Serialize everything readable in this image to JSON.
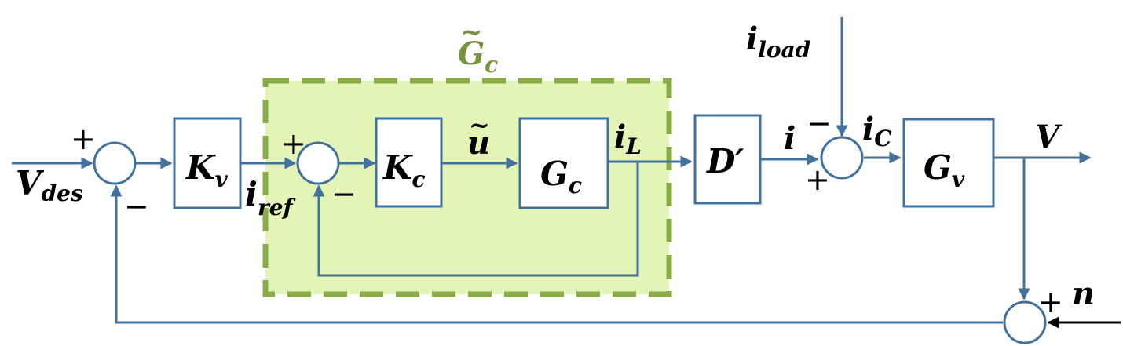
{
  "colors": {
    "wire": "#41719c",
    "group_fill": "#e3f5b6",
    "group_border": "#8aac48",
    "group_label": "#77933c",
    "text": "#000000"
  },
  "group": {
    "symbol": "G",
    "accent": "~",
    "sub": "c"
  },
  "blocks": {
    "kv": {
      "main": "K",
      "sub": "v"
    },
    "kc": {
      "main": "K",
      "sub": "c"
    },
    "gc": {
      "main": "G",
      "sub": "c"
    },
    "dprime": {
      "main": "D′"
    },
    "gv": {
      "main": "G",
      "sub": "v"
    }
  },
  "signals": {
    "vdes": {
      "main": "V",
      "sub": "des"
    },
    "iref": {
      "main": "i",
      "sub": "ref"
    },
    "u": {
      "main": "u",
      "accent": "~"
    },
    "il": {
      "main": "i",
      "sub": "L"
    },
    "i": {
      "main": "i"
    },
    "iload": {
      "main": "i",
      "sub": "load"
    },
    "ic": {
      "main": "i",
      "sub": "C"
    },
    "v": {
      "main": "V"
    },
    "n": {
      "main": "n"
    }
  },
  "signs": {
    "s1_top": "+",
    "s1_bottom": "−",
    "s2_top": "+",
    "s2_bottom": "−",
    "s3_top": "−",
    "s3_bottom": "+",
    "s4_right": "+"
  }
}
